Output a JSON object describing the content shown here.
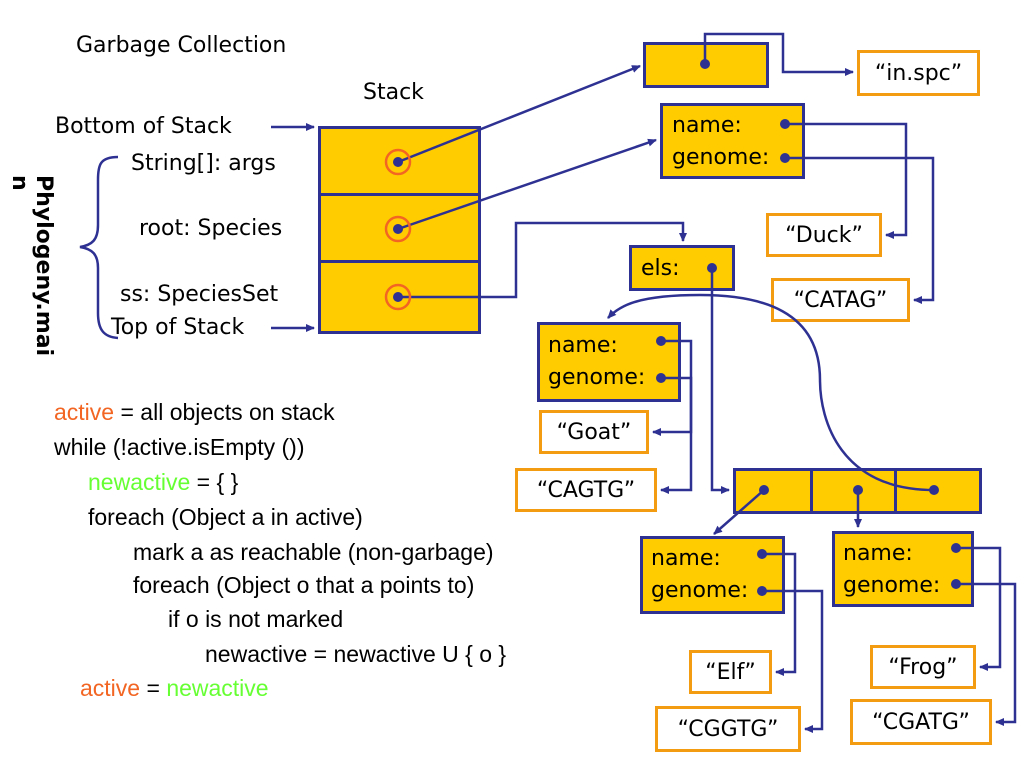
{
  "title": "Garbage Collection",
  "stack": {
    "heading": "Stack",
    "bottom_label": "Bottom of Stack",
    "top_label": "Top of Stack",
    "frame_label": "Phylogeny.mai\nn",
    "vars": [
      "String[]: args",
      "root: Species",
      "ss: SpeciesSet"
    ]
  },
  "heap": {
    "args_string": "“in.spc”",
    "root_fields": [
      "name:",
      "genome:"
    ],
    "root_name": "“Duck”",
    "root_genome": "“CATAG”",
    "set_field": "els:",
    "goat_fields": [
      "name:",
      "genome:"
    ],
    "goat_name": "“Goat”",
    "goat_genome": "“CAGTG”",
    "elf_fields": [
      "name:",
      "genome:"
    ],
    "elf_name": "“Elf”",
    "elf_genome": "“CGGTG”",
    "frog_fields": [
      "name:",
      "genome:"
    ],
    "frog_name": "“Frog”",
    "frog_genome": "“CGATG”"
  },
  "algorithm": {
    "line1_kw": "active",
    "line1_rest": " = all objects on stack",
    "line2": "while (!active.isEmpty ())",
    "line3_kw": "newactive",
    "line3_rest": " = { }",
    "line4": "foreach (Object a in active)",
    "line5": "mark a as reachable (non-garbage)",
    "line6": "foreach (Object o that a points to)",
    "line7": "if o is not marked",
    "line8": "newactive = newactive U { o }",
    "line9_kw1": "active",
    "line9_mid": " = ",
    "line9_kw2": "newactive"
  },
  "colors": {
    "object_fill": "#ffcc00",
    "pointer": "#2e3192",
    "root_marker": "#f26522",
    "keyword_active": "#f26522",
    "keyword_newactive": "#66ff33"
  }
}
